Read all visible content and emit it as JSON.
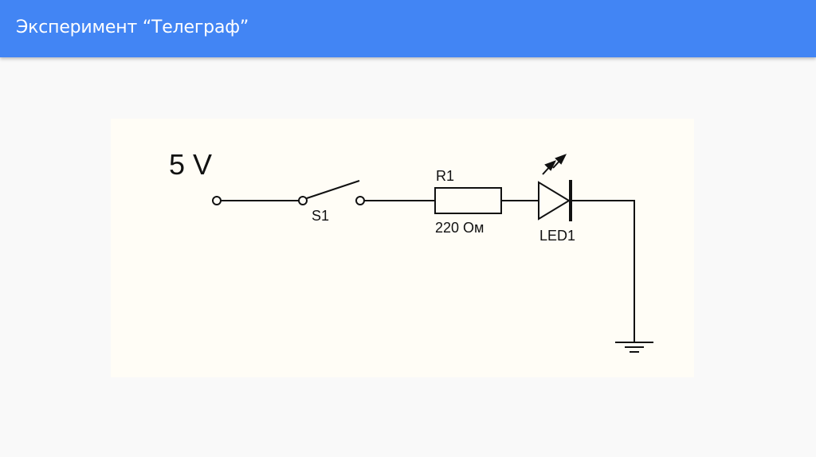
{
  "header": {
    "title": "Эксперимент “Телеграф”",
    "background_color": "#4285f4"
  },
  "diagram": {
    "background_color": "#fffdf6",
    "supply_label": "5 V",
    "switch": {
      "designator": "S1",
      "state": "open"
    },
    "resistor": {
      "designator": "R1",
      "value": "220 Ом"
    },
    "led": {
      "designator": "LED1"
    },
    "ground": {
      "symbol": "ground-icon"
    }
  }
}
